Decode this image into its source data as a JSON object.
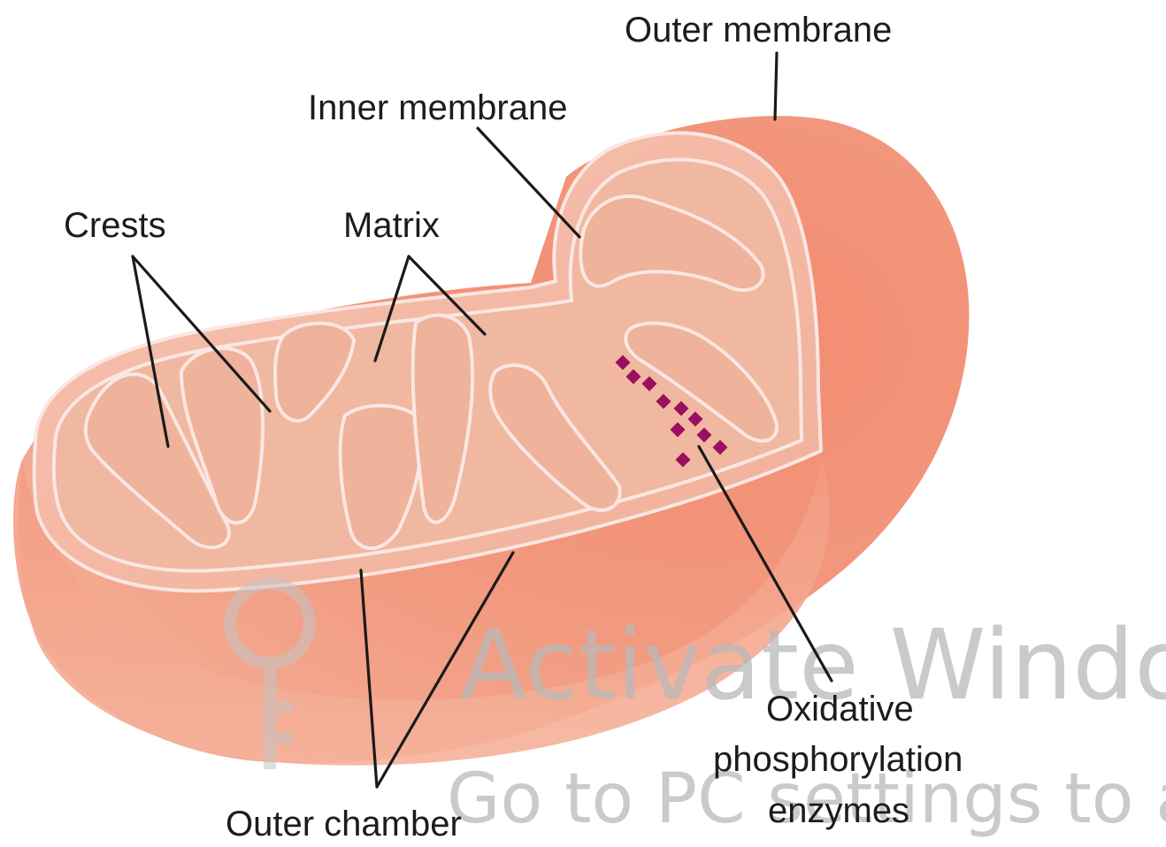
{
  "labels": {
    "outer_membrane": "Outer membrane",
    "inner_membrane": "Inner membrane",
    "crests": "Crests",
    "matrix": "Matrix",
    "outer_chamber": "Outer chamber",
    "oxphos_line1": "Oxidative",
    "oxphos_line2": "phosphorylation",
    "oxphos_line3": "enzymes"
  },
  "watermark": {
    "line1": "Activate Windo",
    "line2": "Go to PC settings to a"
  },
  "colors": {
    "outer_body": "#f08f74",
    "outer_highlight": "#f6b29b",
    "cut_face": "#f3b8a4",
    "matrix": "#f0b7a1",
    "membrane_line": "#fbe6e2",
    "enzyme": "#9a0f5e",
    "leader_line": "#1a1a1a"
  }
}
